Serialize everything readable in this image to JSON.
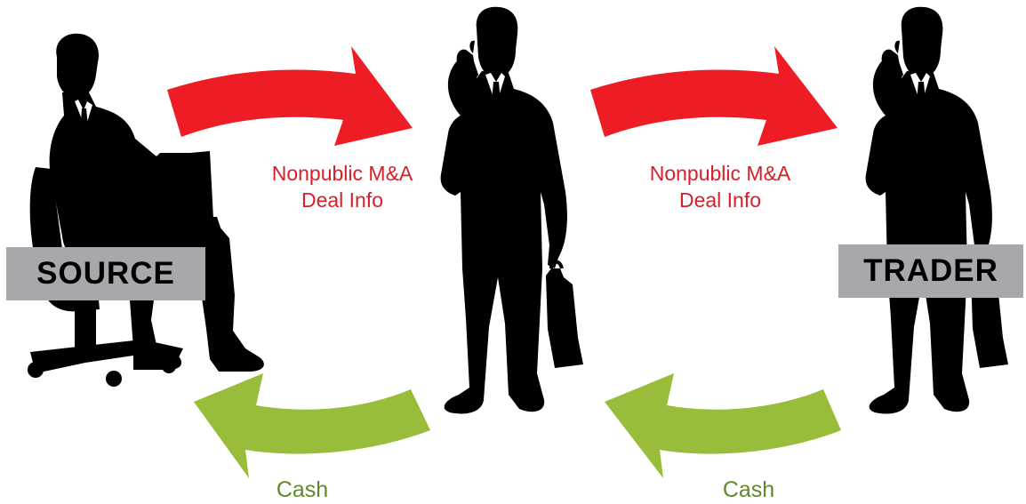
{
  "colors": {
    "info_flow": "#ee1c25",
    "cash_flow": "#97bd3a",
    "info_text": "#d71f27",
    "cash_text": "#5e8a2a",
    "silhouette": "#000000",
    "badge_bg": "#a6a8ab"
  },
  "figures": [
    {
      "name": "source-figure",
      "pose": "seated-at-laptop"
    },
    {
      "name": "middleman-figure",
      "pose": "standing-on-phone-with-briefcase"
    },
    {
      "name": "trader-figure",
      "pose": "standing-on-phone-with-briefcase"
    }
  ],
  "badges": {
    "source": "SOURCE",
    "trader": "TRADER"
  },
  "flows": {
    "info_1": {
      "line1": "Nonpublic M&A",
      "line2": "Deal Info"
    },
    "info_2": {
      "line1": "Nonpublic M&A",
      "line2": "Deal Info"
    },
    "cash_1": {
      "label": "Cash"
    },
    "cash_2": {
      "label": "Cash"
    }
  }
}
